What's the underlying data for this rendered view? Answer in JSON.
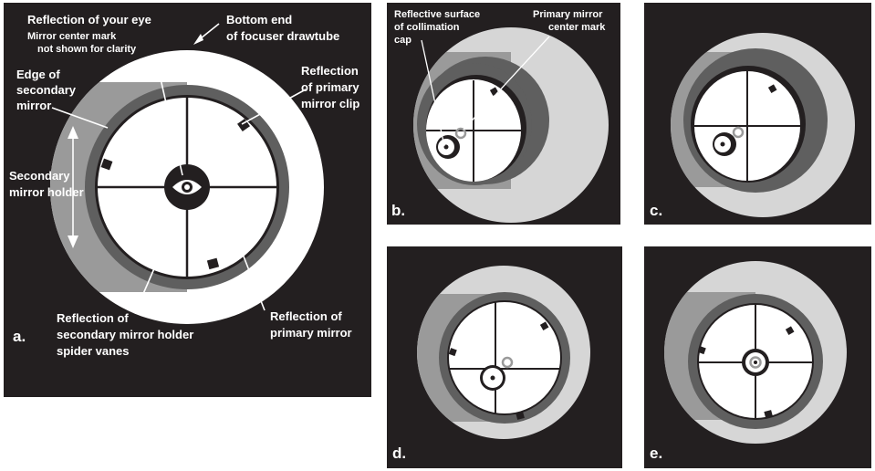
{
  "panel_a": {
    "letter": "a.",
    "label_eye": "Reflection of your eye",
    "label_center_mark_1": "Mirror center mark",
    "label_center_mark_2": "not shown for clarity",
    "label_focuser_1": "Bottom end",
    "label_focuser_2": "of focuser drawtube",
    "label_edge_1": "Edge of",
    "label_edge_2": "secondary",
    "label_edge_3": "mirror",
    "label_clip_1": "Reflection",
    "label_clip_2": "of primary",
    "label_clip_3": "mirror clip",
    "label_holder_1": "Secondary",
    "label_holder_2": "mirror holder",
    "label_vanes_1": "Reflection of",
    "label_vanes_2": "secondary mirror holder",
    "label_vanes_3": "spider vanes",
    "label_primary_1": "Reflection of",
    "label_primary_2": "primary mirror"
  },
  "panel_b": {
    "letter": "b.",
    "label_surface_1": "Reflective surface",
    "label_surface_2": "of collimation",
    "label_surface_3": "cap",
    "label_center_1": "Primary mirror",
    "label_center_2": "center mark"
  },
  "panel_c": {
    "letter": "c."
  },
  "panel_d": {
    "letter": "d."
  },
  "panel_e": {
    "letter": "e."
  },
  "colors": {
    "background": "#231f20",
    "drawtube": "#ffffff",
    "drawtube_light": "#d6d6d6",
    "secondary_edge": "#9a9a9a",
    "holder_ring": "#5f5f5f",
    "mirror": "#ffffff"
  }
}
